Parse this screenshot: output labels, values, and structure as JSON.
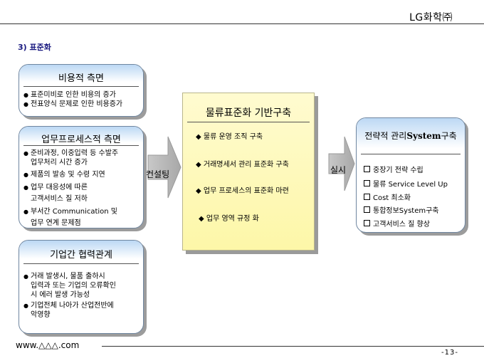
{
  "header": {
    "company": "LG화학㈜"
  },
  "section_title": "3) 표준화",
  "cost_box": {
    "title": "비용적 측면",
    "items": [
      "표준미비로 인한 비용의 증가",
      "전표양식 문제로 인한 비용증가"
    ]
  },
  "process_box": {
    "title": "업무프로세스적 측면",
    "items": [
      {
        "lines": [
          "준비과정, 이중입력 등 수발주",
          "업무처리 시간 증가"
        ]
      },
      {
        "lines": [
          "제품의 발송 및 수령 지연"
        ]
      },
      {
        "lines": [
          "업무 대응성에 따른",
          "고객서비스 질 저하"
        ]
      },
      {
        "lines": [
          "부서간 Communication 및",
          "업무 연계 문제점"
        ]
      }
    ]
  },
  "inter_box": {
    "title": "기업간 협력관계",
    "items": [
      {
        "lines": [
          "거래 발생시, 물품 출하시",
          "입력과 또는 기업의 오류확인",
          "시 에러 발생 가능성"
        ]
      },
      {
        "lines": [
          "기업전체 나아가 산업전반에",
          "악영향"
        ]
      }
    ]
  },
  "arrow_left": {
    "label": "컨설팅"
  },
  "center_box": {
    "title": "물류표준화 기반구축",
    "items": [
      "물류 운영 조직 구축",
      "거래명세서 관리 표준화 구축",
      "업무 프로세스의 표준화 마련",
      "업무 영역 규정 화"
    ]
  },
  "arrow_right": {
    "label": "실시"
  },
  "result_box": {
    "title_ko": "전략적 관리 ",
    "title_en": "System",
    "title_tail": " 구축",
    "items": [
      "중장기 전략 수립",
      "물류 Service Level Up",
      "Cost 최소화",
      "통합정보System구축",
      "고객서비스 질 향상"
    ]
  },
  "footer": {
    "url": "www.△△△.com",
    "page": "-13-"
  },
  "icons": {
    "bullet": "●",
    "diamond": "◆",
    "square": "■"
  }
}
